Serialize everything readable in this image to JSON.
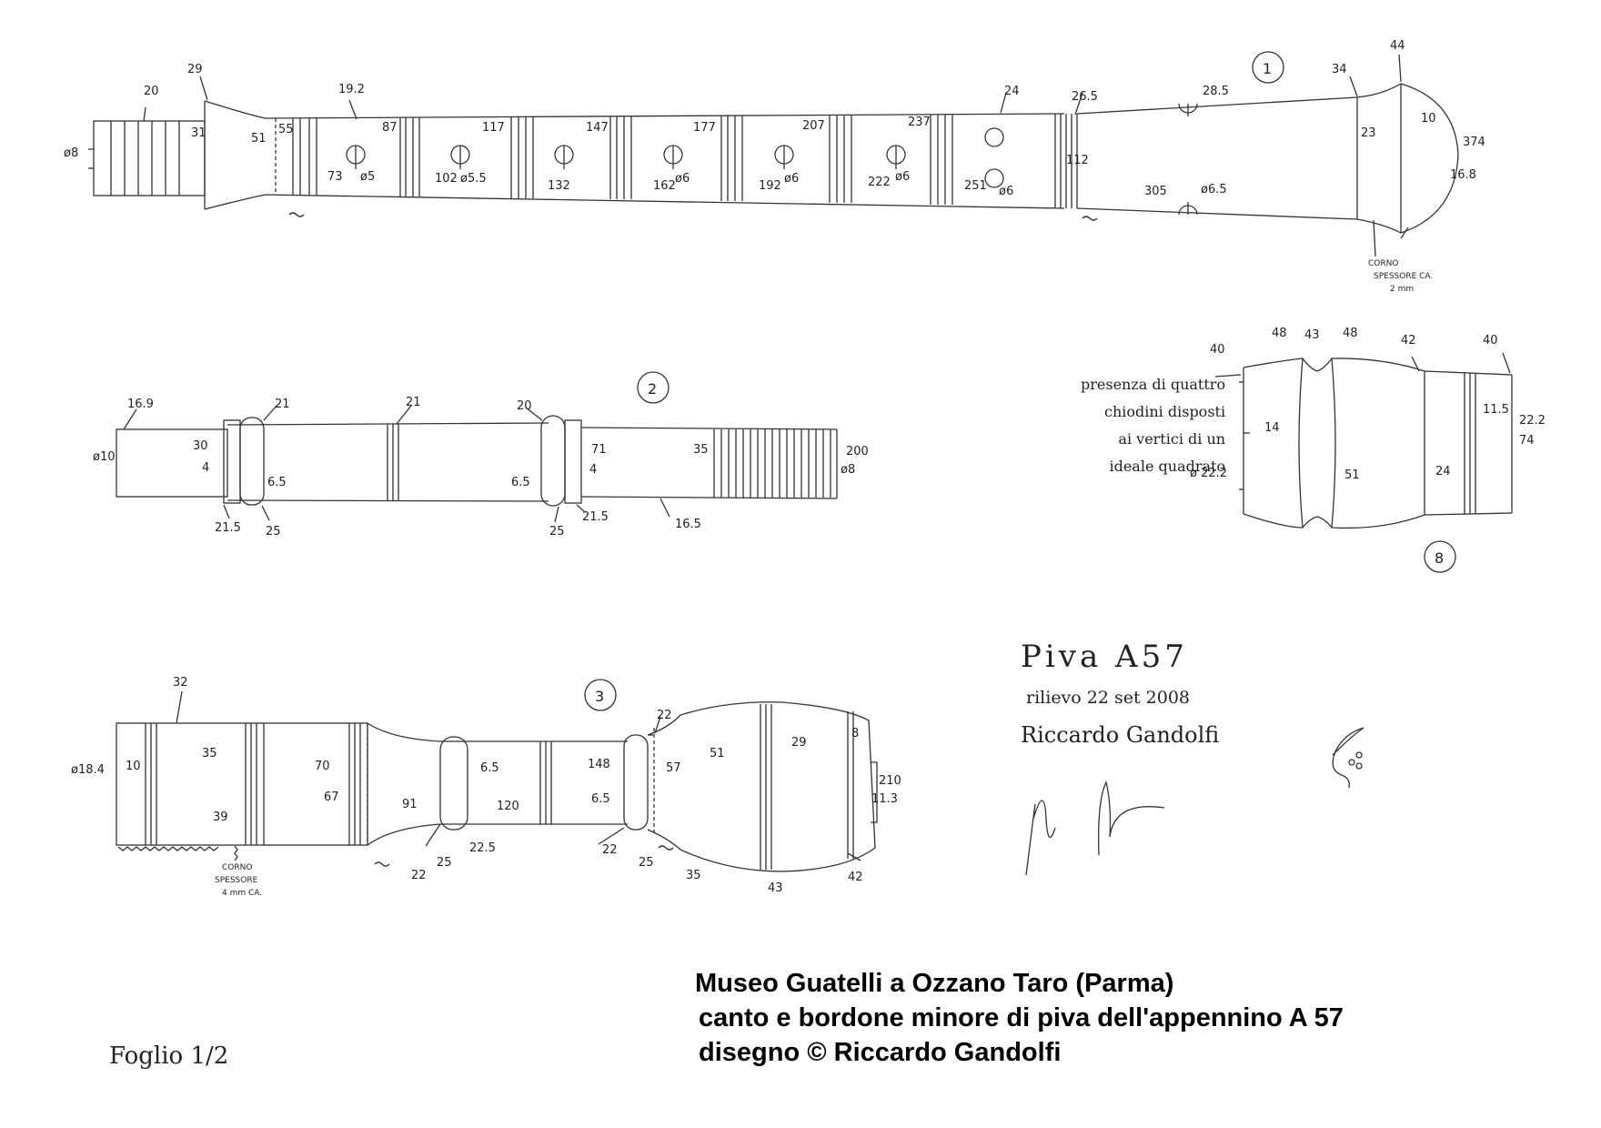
{
  "caption": {
    "line1": "Museo Guatelli a Ozzano Taro (Parma)",
    "line2": "canto e bordone minore di piva dell'appennino A 57",
    "line3": "disegno © Riccardo Gandolfi"
  },
  "sheet_label": "Foglio 1/2",
  "title_block": {
    "title": "Piva A57",
    "date": "rilievo 22 set 2008",
    "author": "Riccardo Gandolfi"
  },
  "note_block": {
    "l1": "presenza di quattro",
    "l2": "chiodini disposti",
    "l3": "ai vertici di un",
    "l4": "ideale quadrato"
  },
  "part_numbers": {
    "p1": "1",
    "p2": "2",
    "p3": "3",
    "p8": "8"
  },
  "dims1": {
    "d20": "20",
    "d29": "29",
    "d192": "19.2",
    "d24": "24",
    "d265": "26.5",
    "d34": "34",
    "d44": "44",
    "d285": "28.5",
    "phi8": "ø8",
    "d31": "31",
    "d51": "51",
    "d55": "55",
    "d87": "87",
    "d117": "117",
    "d147": "147",
    "d177": "177",
    "d207": "207",
    "d237": "237",
    "d73": "73",
    "phi5": "ø5",
    "d102": "102",
    "phi55": "ø5.5",
    "d132": "132",
    "d162": "162",
    "phi6a": "ø6",
    "d192b": "192",
    "phi6b": "ø6",
    "d222": "222",
    "phi6c": "ø6",
    "d251": "251",
    "phi6d": "ø6",
    "d112": "112",
    "d305": "305",
    "phi65": "ø6.5",
    "d23": "23",
    "d10": "10",
    "d374": "374",
    "d168": "16.8",
    "corno1": "CORNO",
    "corno2": "SPESSORE CA.",
    "corno3": "2 mm"
  },
  "dims2": {
    "d169": "16.9",
    "d21a": "21",
    "d21b": "21",
    "d20": "20",
    "phi10": "ø10",
    "d30": "30",
    "d4a": "4",
    "d65a": "6.5",
    "d71": "71",
    "d65b": "6.5",
    "d4b": "4",
    "d35": "35",
    "d200": "200",
    "phi8": "ø8",
    "d215a": "21.5",
    "d25a": "25",
    "d25b": "25",
    "d215b": "21.5",
    "d165": "16.5"
  },
  "dims3": {
    "d32": "32",
    "phi184": "ø18.4",
    "d10": "10",
    "d35": "35",
    "d39": "39",
    "d70": "70",
    "d67": "67",
    "d91": "91",
    "d65a": "6.5",
    "d120": "120",
    "d148": "148",
    "d65b": "6.5",
    "d22a": "22",
    "d57": "57",
    "d51": "51",
    "d29": "29",
    "d8": "8",
    "d210": "210",
    "d113": "11.3",
    "d22b": "22",
    "d25a": "25",
    "d225": "22.5",
    "d22c": "22",
    "d25b": "25",
    "d35b": "35",
    "d43": "43",
    "d42": "42",
    "corno1": "CORNO",
    "corno2": "SPESSORE",
    "corno3": "4 mm CA."
  },
  "dims8": {
    "d40a": "40",
    "d48a": "48",
    "d43": "43",
    "d48b": "48",
    "d42": "42",
    "d40b": "40",
    "d14": "14",
    "d51": "51",
    "d24": "24",
    "d115": "11.5",
    "d222a": "22.2",
    "d74": "74",
    "d222b": "ø 22.2"
  }
}
